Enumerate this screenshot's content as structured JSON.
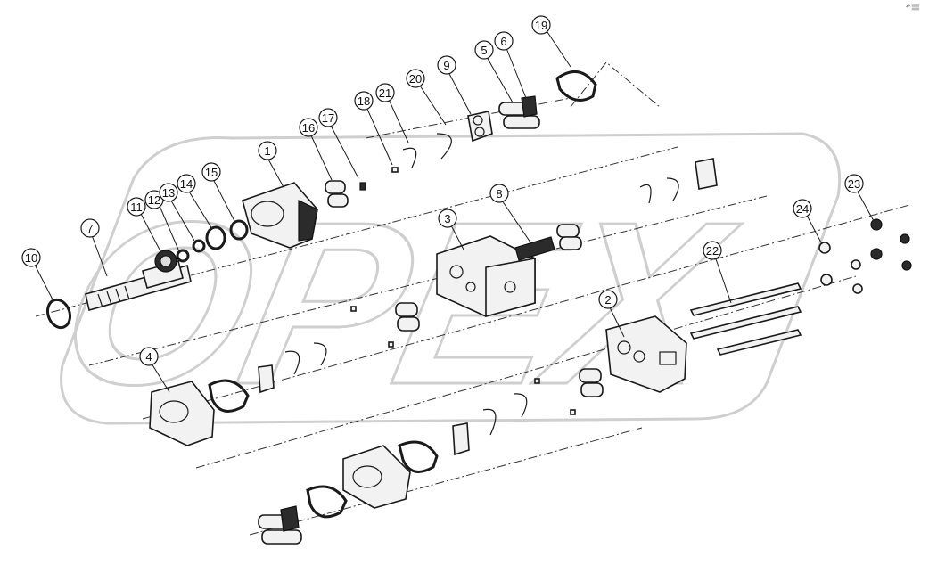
{
  "watermark": {
    "text": "OPEX"
  },
  "corner_mark": "⁴° ▒▒",
  "callouts": [
    {
      "id": "c1",
      "label": "1"
    },
    {
      "id": "c2",
      "label": "2"
    },
    {
      "id": "c3",
      "label": "3"
    },
    {
      "id": "c4",
      "label": "4"
    },
    {
      "id": "c5",
      "label": "5"
    },
    {
      "id": "c6",
      "label": "6"
    },
    {
      "id": "c7",
      "label": "7"
    },
    {
      "id": "c8",
      "label": "8"
    },
    {
      "id": "c9",
      "label": "9"
    },
    {
      "id": "c10",
      "label": "10"
    },
    {
      "id": "c11",
      "label": "11"
    },
    {
      "id": "c12",
      "label": "12"
    },
    {
      "id": "c13",
      "label": "13"
    },
    {
      "id": "c14",
      "label": "14"
    },
    {
      "id": "c15",
      "label": "15"
    },
    {
      "id": "c16",
      "label": "16"
    },
    {
      "id": "c17",
      "label": "17"
    },
    {
      "id": "c18",
      "label": "18"
    },
    {
      "id": "c19",
      "label": "19"
    },
    {
      "id": "c20",
      "label": "20"
    },
    {
      "id": "c21",
      "label": "21"
    },
    {
      "id": "c22",
      "label": "22"
    },
    {
      "id": "c23",
      "label": "23"
    },
    {
      "id": "c24",
      "label": "24"
    }
  ]
}
